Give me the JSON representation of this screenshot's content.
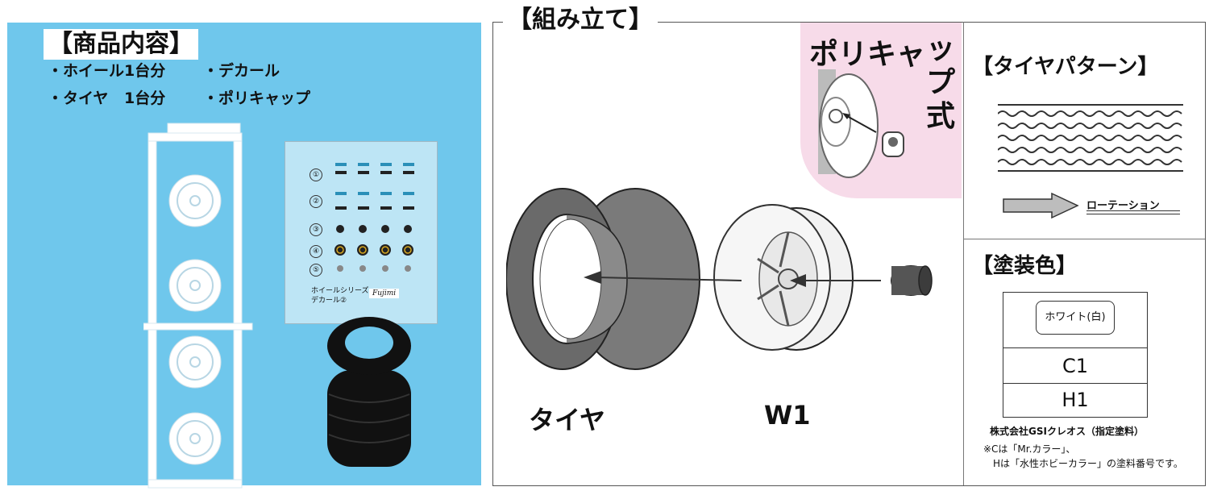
{
  "contents": {
    "heading": "【商品内容】",
    "items": [
      {
        "label": "・ホイール",
        "qty": "1台分"
      },
      {
        "label": "・タイヤ",
        "qty": "1台分"
      },
      {
        "label": "・デカール",
        "qty": ""
      },
      {
        "label": "・ポリキャップ",
        "qty": ""
      }
    ],
    "decal": {
      "numbers": [
        "①",
        "②",
        "③",
        "④",
        "⑤"
      ],
      "caption_line1": "ホイールシリーズ",
      "caption_line2": "デカール②",
      "logo": "Fujimi"
    }
  },
  "assembly": {
    "heading": "【組み立て】",
    "tire_label": "タイヤ",
    "wheel_label": "W1",
    "polycap": "ポリキャップ式"
  },
  "tire_pattern": {
    "heading": "【タイヤパターン】",
    "rotation": "ローテーション"
  },
  "paint": {
    "heading": "【塗装色】",
    "color_name": "ホワイト(白)",
    "codes": [
      "C1",
      "H1"
    ],
    "maker": "株式会社GSIクレオス（指定塗料）",
    "note1": "※Cは「Mr.カラー」、",
    "note2": "Hは「水性ホビーカラー」の塗料番号です。"
  },
  "colors": {
    "left_bg": "#6fc7ec",
    "polycap_bg": "#f7dbe9",
    "tire": "#5b5b5b"
  }
}
